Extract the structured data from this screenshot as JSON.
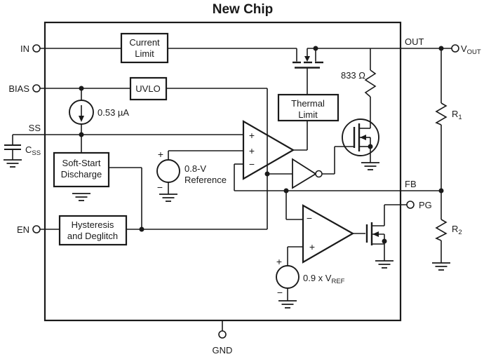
{
  "title": "New Chip",
  "colors": {
    "ink": "#1a1a1a",
    "background": "#ffffff"
  },
  "pins": {
    "in": "IN",
    "bias": "BIAS",
    "ss": "SS",
    "en": "EN",
    "gnd": "GND",
    "out": "OUT",
    "fb": "FB",
    "pg": "PG",
    "vout": {
      "base": "V",
      "sub": "OUT"
    },
    "css": {
      "base": "C",
      "sub": "SS"
    }
  },
  "blocks": {
    "current_limit": {
      "line1": "Current",
      "line2": "Limit"
    },
    "uvlo": "UVLO",
    "thermal_limit": {
      "line1": "Thermal",
      "line2": "Limit"
    },
    "soft_start": {
      "line1": "Soft-Start",
      "line2": "Discharge"
    },
    "hysteresis": {
      "line1": "Hysteresis",
      "line2": "and Deglitch"
    }
  },
  "components": {
    "current_source": "0.53 µA",
    "pullup_resistor": "833 Ω",
    "reference": {
      "line1": "0.8-V",
      "line2": "Reference"
    },
    "pg_threshold": {
      "base": "0.9 x V",
      "sub": "REF"
    },
    "r1": {
      "base": "R",
      "sub": "1"
    },
    "r2": {
      "base": "R",
      "sub": "2"
    }
  },
  "signs": {
    "plus": "+",
    "minus": "−"
  }
}
